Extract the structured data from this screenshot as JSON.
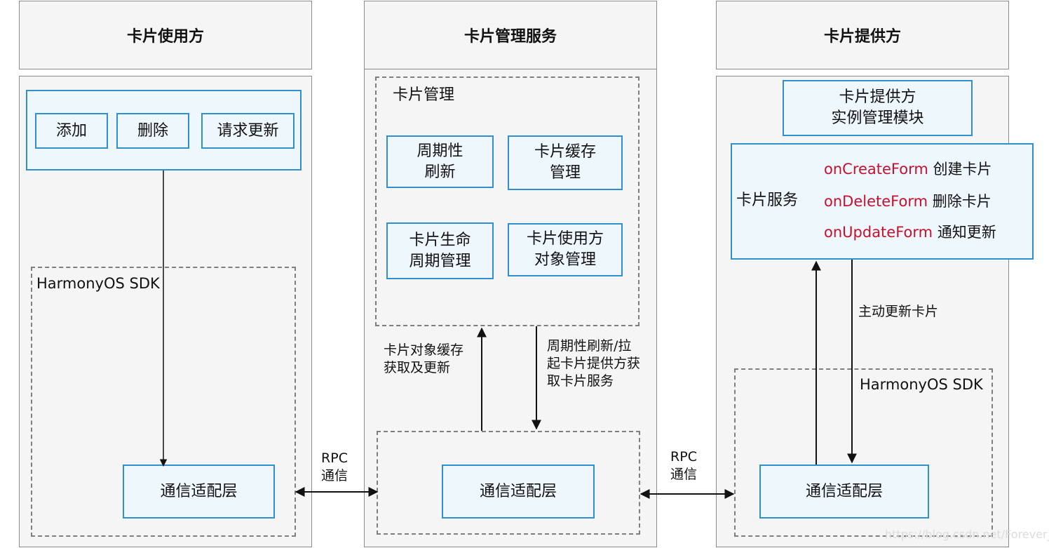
{
  "columns": {
    "consumer": {
      "title": "卡片使用方"
    },
    "manager": {
      "title": "卡片管理服务"
    },
    "provider": {
      "title": "卡片提供方"
    }
  },
  "consumer": {
    "buttons": [
      "添加",
      "删除",
      "请求更新"
    ],
    "sdk_label": "HarmonyOS SDK",
    "adapter": "通信适配层"
  },
  "manager": {
    "group_label": "卡片管理",
    "modules": [
      "周期性\n刷新",
      "卡片缓存\n管理",
      "卡片生命\n周期管理",
      "卡片使用方\n对象管理"
    ],
    "up_label": "卡片对象缓存\n获取及更新",
    "down_label": "周期性刷新/拉\n起卡片提供方获\n取卡片服务",
    "adapter": "通信适配层"
  },
  "provider": {
    "instance_module": "卡片提供方\n实例管理模块",
    "service_label": "卡片服务",
    "callbacks": [
      {
        "fn": "onCreateForm",
        "desc": "创建卡片"
      },
      {
        "fn": "onDeleteForm",
        "desc": "删除卡片"
      },
      {
        "fn": "onUpdateForm",
        "desc": "通知更新"
      }
    ],
    "active_update": "主动更新卡片",
    "sdk_label": "HarmonyOS SDK",
    "adapter": "通信适配层"
  },
  "rpc": {
    "left": "RPC\n通信",
    "right": "RPC\n通信"
  },
  "watermark": "https://blog.csdn.net/Forever_wj"
}
